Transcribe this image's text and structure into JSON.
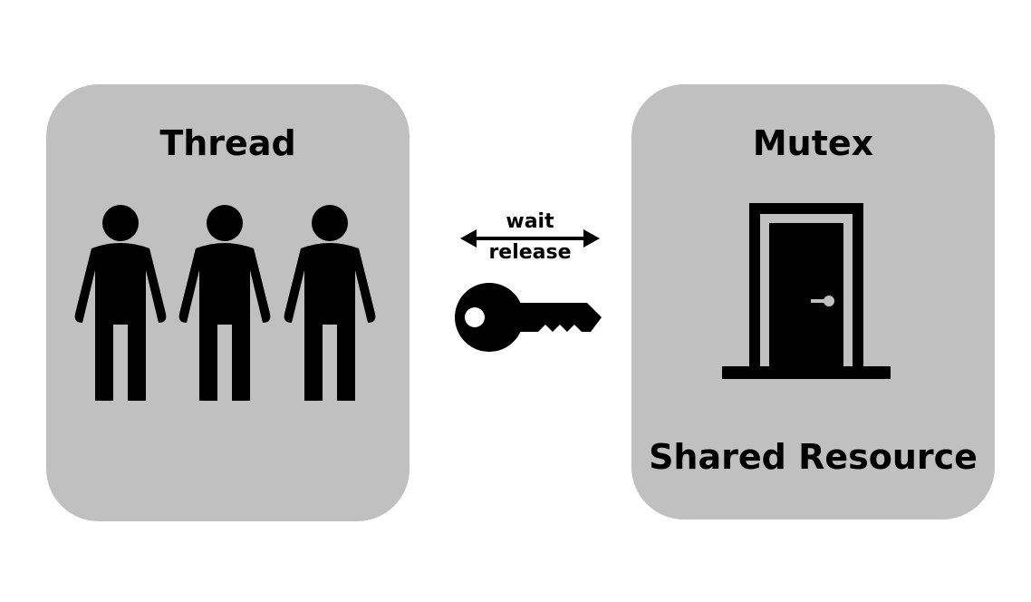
{
  "thread_panel": {
    "title": "Thread",
    "icons": [
      "person-icon",
      "person-icon",
      "person-icon"
    ]
  },
  "connector": {
    "top_label": "wait",
    "bottom_label": "release",
    "arrow_icon": "double-headed-arrow-icon",
    "key_icon": "key-icon"
  },
  "mutex_panel": {
    "title": "Mutex",
    "icon": "door-icon",
    "caption": "Shared Resource"
  },
  "colors": {
    "panel_fill": "#c0c0c0",
    "ink": "#000000",
    "background": "#ffffff"
  }
}
